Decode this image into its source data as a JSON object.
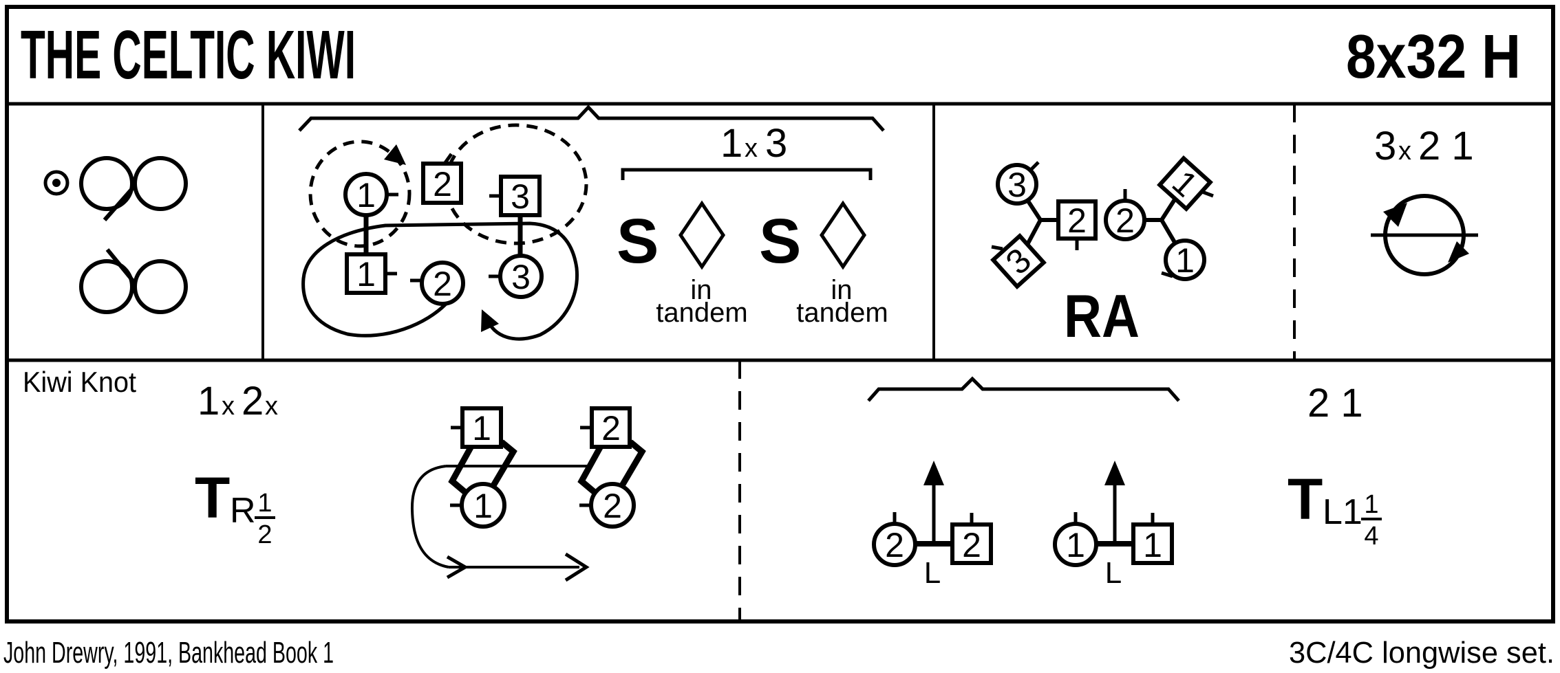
{
  "header": {
    "title": "THE CELTIC KIWI",
    "meter": "8x32 H"
  },
  "footer": {
    "credit": "John Drewry, 1991, Bankhead Book 1",
    "set": "3C/4C longwise set."
  },
  "knot": {
    "bars": {
      "count": "1",
      "sub": "x",
      "length": "3"
    },
    "dancers": {
      "w1": "1",
      "m2": "2",
      "m3": "3",
      "m1": "1",
      "w2": "2",
      "w3": "3"
    }
  },
  "tandem": {
    "s1": {
      "letter": "S",
      "line1": "in",
      "line2": "tandem"
    },
    "s2": {
      "letter": "S",
      "line1": "in",
      "line2": "tandem"
    }
  },
  "ra": {
    "label": "RA",
    "dancers": {
      "w3": "3",
      "m3": "3",
      "m2": "2",
      "w2": "2",
      "m1": "1",
      "w1": "1"
    }
  },
  "turn_cell": {
    "bars": {
      "count": "3",
      "sub": "x",
      "rest": "2 1"
    }
  },
  "kiwi": {
    "caption": "Kiwi Knot",
    "bars": {
      "a": "1",
      "asub": "x",
      "b": "2",
      "bsub": "x"
    },
    "turn": {
      "t": "T",
      "hand": "R",
      "num": "1",
      "den": "2"
    },
    "dancers": {
      "m1": "1",
      "w1": "1",
      "m2": "2",
      "w2": "2"
    }
  },
  "leadup": {
    "bars": "2 1",
    "turn": {
      "t": "T",
      "hand": "L1",
      "num": "1",
      "den": "4"
    },
    "dancers": {
      "w2": "2",
      "m2": "2",
      "w1": "1",
      "m1": "1"
    },
    "hand_left_1": "L",
    "hand_left_2": "L"
  }
}
